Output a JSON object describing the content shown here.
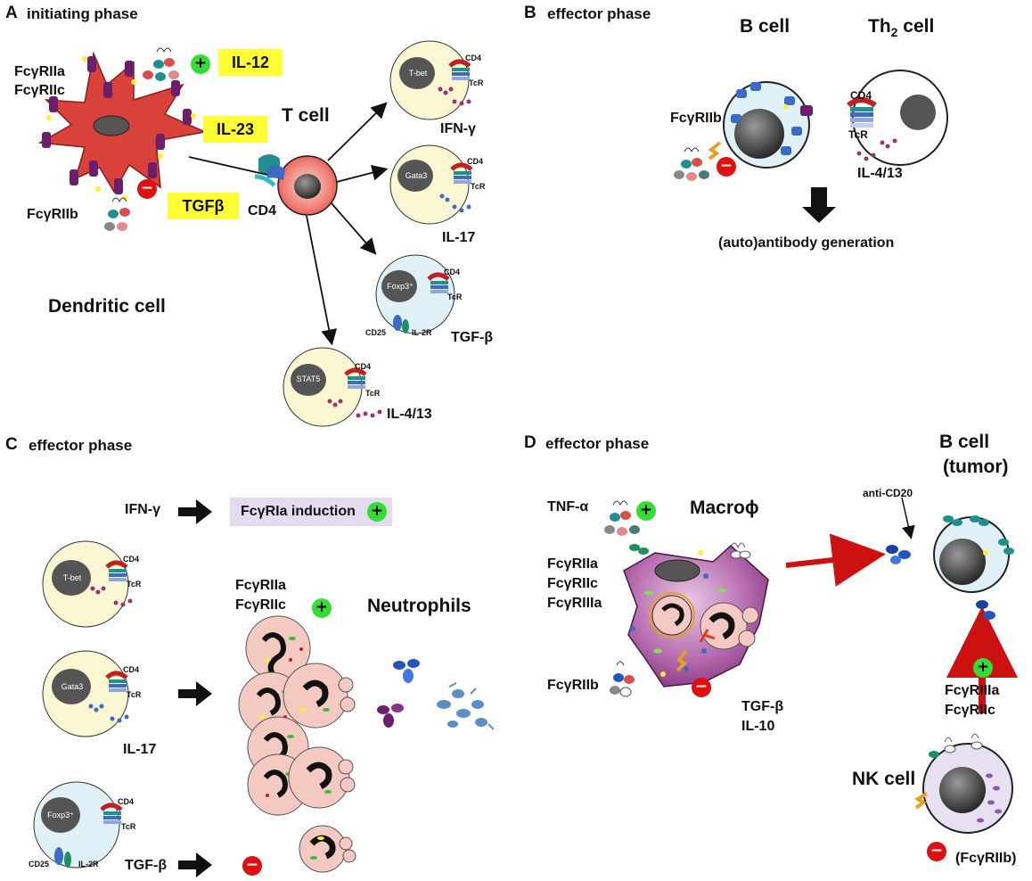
{
  "panel_a": {
    "letter": "A",
    "phase": "initiating phase",
    "fcgr_top_1": "FcγRIIa",
    "fcgr_top_2": "FcγRIIc",
    "fcgr_bottom": "FcγRIIb",
    "dendritic_cell": "Dendritic cell",
    "t_cell": "T cell",
    "cd4": "CD4",
    "cytokines": [
      "IL-12",
      "IL-23",
      "TGFβ"
    ],
    "plus": "+",
    "minus": "−",
    "th1": {
      "nucleus": "T-bet",
      "cd4": "CD4",
      "tcr": "TcR",
      "output": "IFN-γ"
    },
    "th17": {
      "nucleus": "Gata3",
      "cd4": "CD4",
      "tcr": "TcR",
      "output": "IL-17"
    },
    "treg": {
      "nucleus": "Foxp3⁺",
      "cd4": "CD4",
      "tcr": "TcR",
      "cd25": "CD25",
      "il2r": "IL-2R",
      "output": "TGF-β"
    },
    "th2": {
      "nucleus": "STAT5",
      "cd4": "CD4",
      "tcr": "TcR",
      "output": "IL-4/13"
    }
  },
  "panel_b": {
    "letter": "B",
    "phase": "effector phase",
    "b_cell": "B cell",
    "th2_prefix": "Th",
    "th2_sub": "2",
    "th2_suffix": " cell",
    "fcgr": "FcγRIIb",
    "cd4": "CD4",
    "tcr": "TcR",
    "cytokine": "IL-4/13",
    "result": "(auto)antibody generation",
    "minus": "−"
  },
  "panel_c": {
    "letter": "C",
    "phase": "effector phase",
    "ifn": "IFN-γ",
    "induction": "FcγRIa induction",
    "plus": "+",
    "fcgr_1": "FcγRIIa",
    "fcgr_2": "FcγRIIc",
    "neutrophils": "Neutrophils",
    "th1": {
      "nucleus": "T-bet",
      "cd4": "CD4",
      "tcr": "TcR"
    },
    "th17": {
      "nucleus": "Gata3",
      "cd4": "CD4",
      "tcr": "TcR",
      "output": "IL-17"
    },
    "treg": {
      "nucleus": "Foxp3⁺",
      "cd4": "CD4",
      "tcr": "TcR",
      "cd25": "CD25",
      "il2r": "IL-2R"
    },
    "tgf": "TGF-β",
    "minus": "−"
  },
  "panel_d": {
    "letter": "D",
    "phase": "effector phase",
    "tnf": "TNF-α",
    "macrophage": "Macroϕ",
    "fcgr_1": "FcγRIIa",
    "fcgr_2": "FcγRIIc",
    "fcgr_3": "FcγRIIIa",
    "fcgr_b": "FcγRIIb",
    "tgf": "TGF-β",
    "il10": "IL-10",
    "anti_cd20": "anti-CD20",
    "b_cell_1": "B cell",
    "b_cell_2": "(tumor)",
    "nk_fcgr_1": "FcγRIIIa",
    "nk_fcgr_2": "FcγRIIc",
    "nk_cell": "NK cell",
    "nk_fcgr_b": "(FcγRIIb)",
    "plus": "+",
    "minus": "−"
  }
}
